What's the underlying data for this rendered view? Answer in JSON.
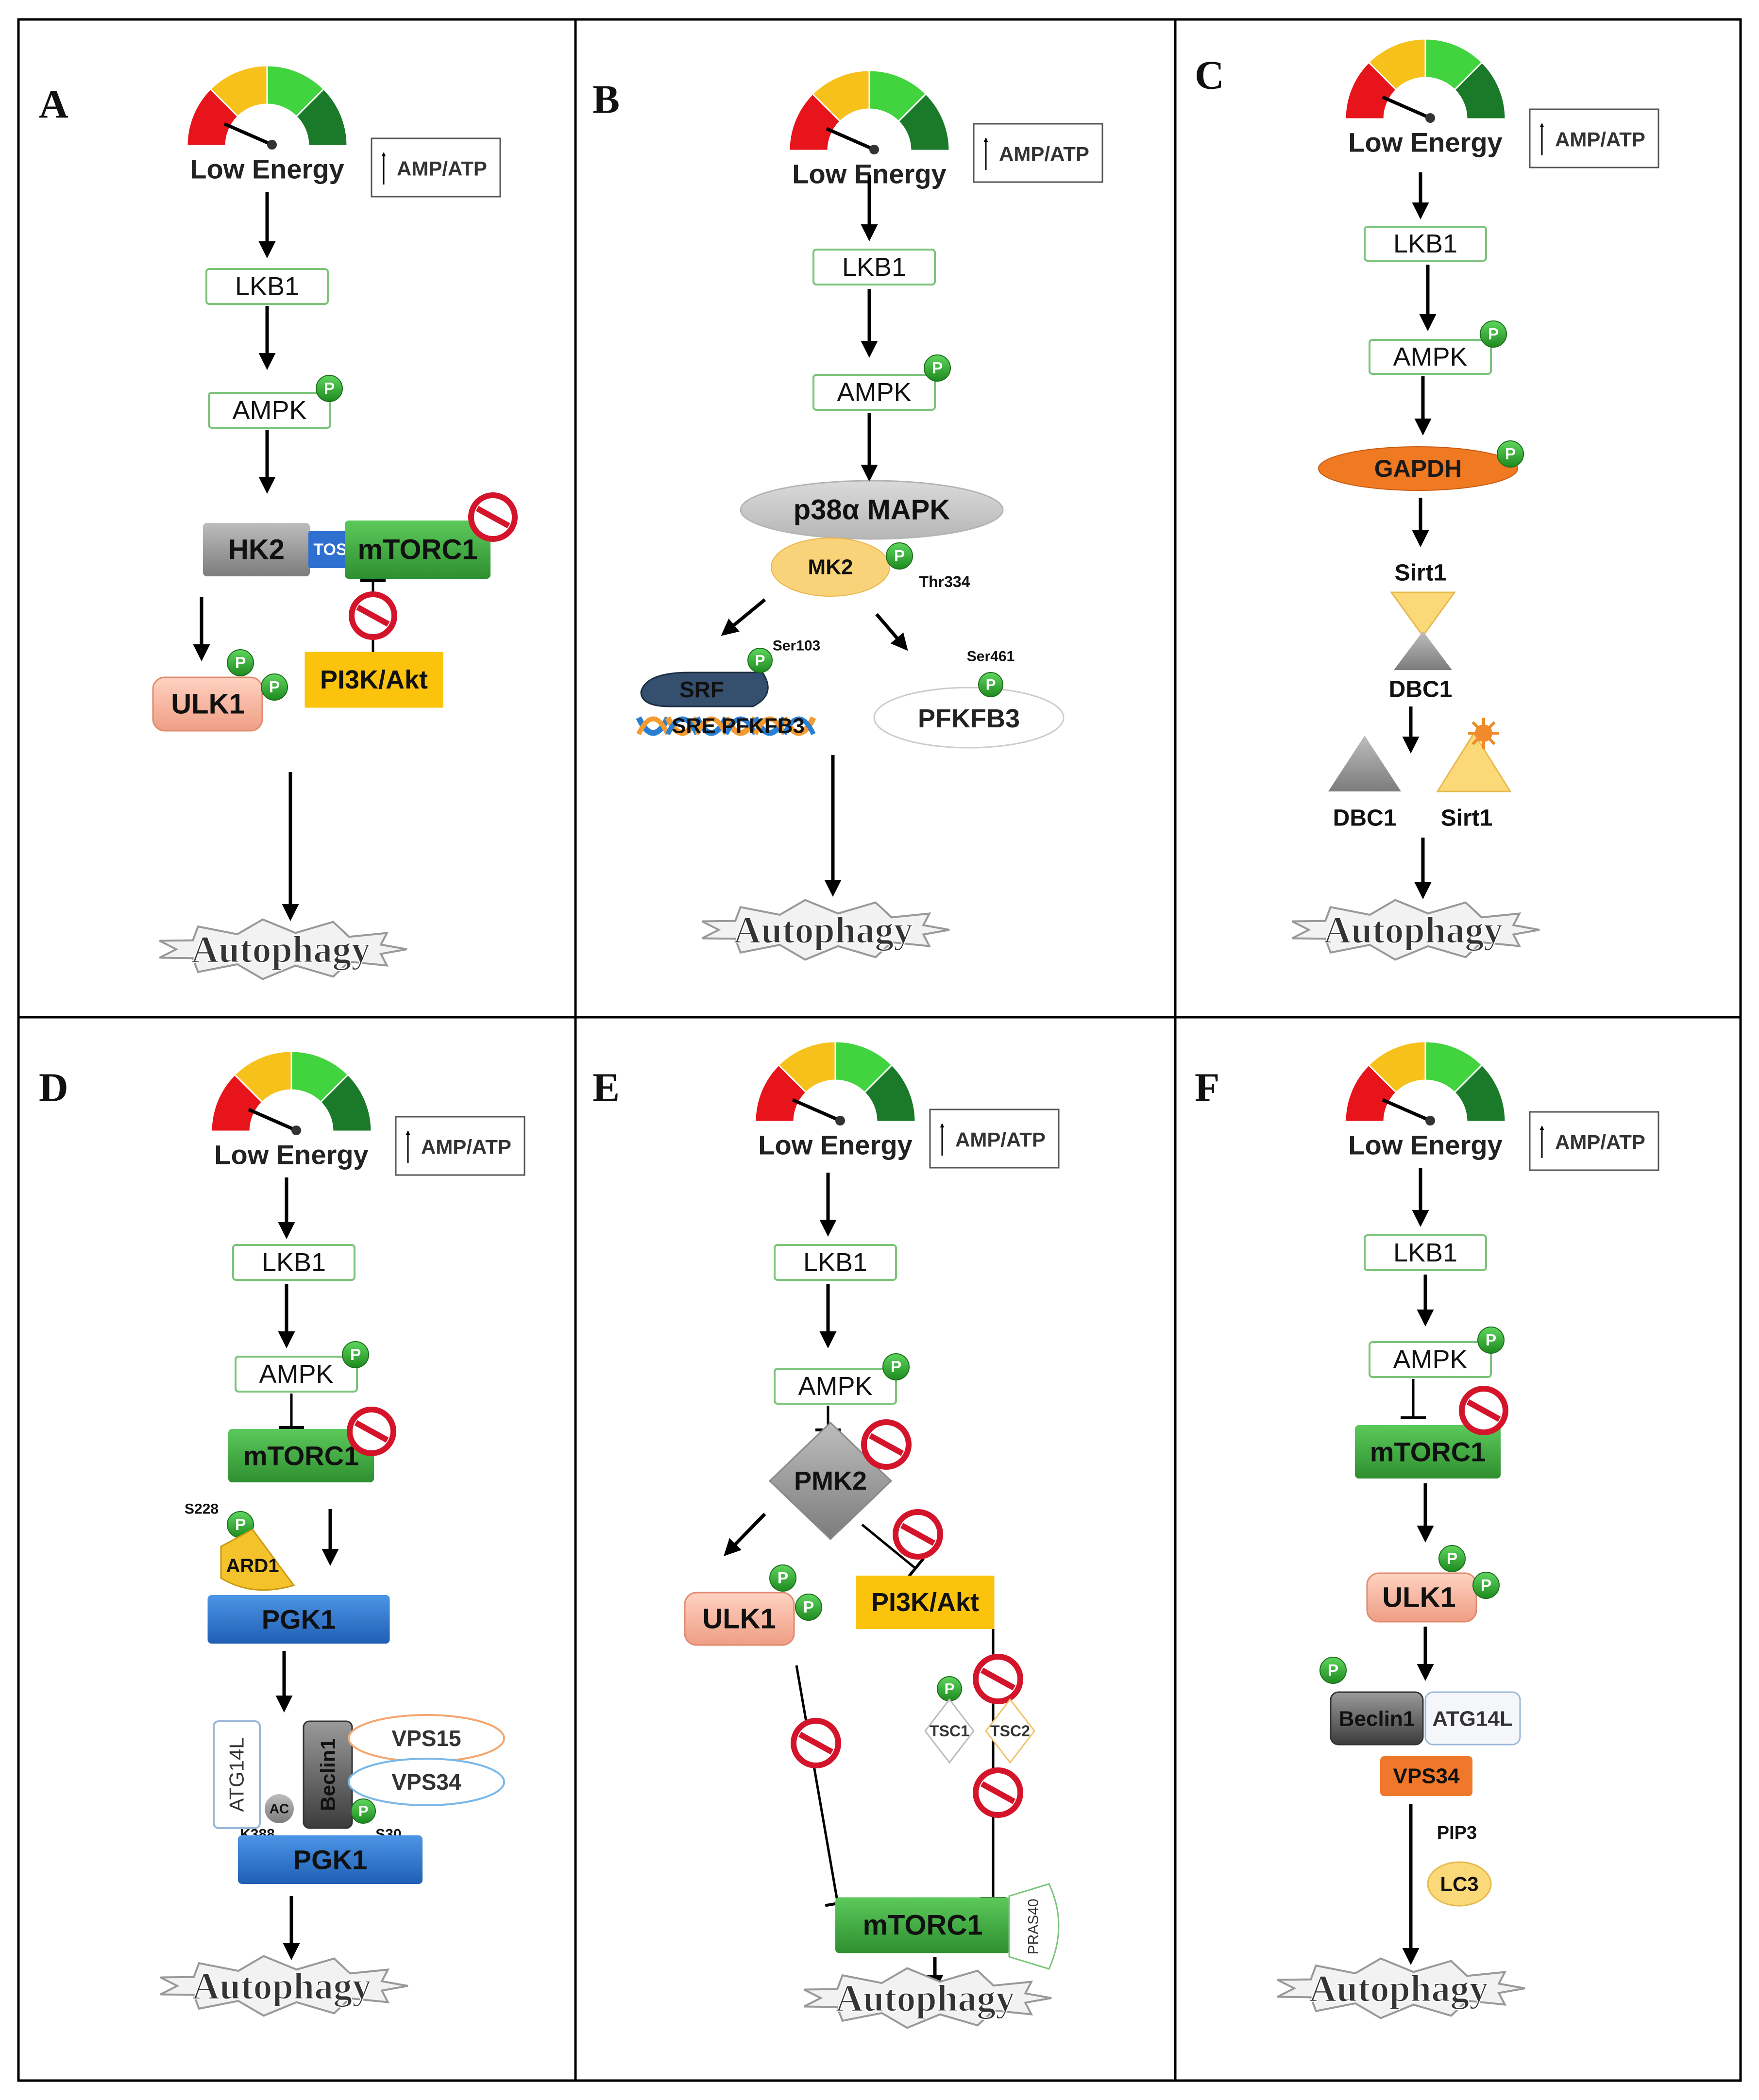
{
  "panels": {
    "A": {
      "letter": "A",
      "low_energy": "Low Energy",
      "amp_atp": "AMP/ATP",
      "lkb1": "LKB1",
      "ampk": "AMPK",
      "hk2": "HK2",
      "tos": "TOS",
      "mtorc1": "mTORC1",
      "ulk1": "ULK1",
      "pi3k_akt": "PI3K/Akt",
      "autophagy": "Autophagy"
    },
    "B": {
      "letter": "B",
      "low_energy": "Low Energy",
      "amp_atp": "AMP/ATP",
      "lkb1": "LKB1",
      "ampk": "AMPK",
      "p38": "p38α MAPK",
      "mk2": "MK2",
      "thr334": "Thr334",
      "ser103": "Ser103",
      "ser461": "Ser461",
      "srf": "SRF",
      "sre_pfkfb3": "SRE PFKFB3",
      "pfkfb3": "PFKFB3",
      "autophagy": "Autophagy"
    },
    "C": {
      "letter": "C",
      "low_energy": "Low Energy",
      "amp_atp": "AMP/ATP",
      "lkb1": "LKB1",
      "ampk": "AMPK",
      "gapdh": "GAPDH",
      "sirt1": "Sirt1",
      "dbc1": "DBC1",
      "autophagy": "Autophagy"
    },
    "D": {
      "letter": "D",
      "low_energy": "Low Energy",
      "amp_atp": "AMP/ATP",
      "lkb1": "LKB1",
      "ampk": "AMPK",
      "mtorc1": "mTORC1",
      "s228": "S228",
      "ard1": "ARD1",
      "pgk1": "PGK1",
      "atg14l": "ATG14L",
      "beclin1": "Beclin1",
      "ac": "AC",
      "k388": "K388",
      "s30": "S30",
      "vps15": "VPS15",
      "vps34": "VPS34",
      "autophagy": "Autophagy"
    },
    "E": {
      "letter": "E",
      "low_energy": "Low Energy",
      "amp_atp": "AMP/ATP",
      "lkb1": "LKB1",
      "ampk": "AMPK",
      "pmk2": "PMK2",
      "ulk1": "ULK1",
      "pi3k_akt": "PI3K/Akt",
      "tsc1": "TSC1",
      "tsc2": "TSC2",
      "mtorc1": "mTORC1",
      "pras40": "PRAS40",
      "autophagy": "Autophagy"
    },
    "F": {
      "letter": "F",
      "low_energy": "Low Energy",
      "amp_atp": "AMP/ATP",
      "lkb1": "LKB1",
      "ampk": "AMPK",
      "mtorc1": "mTORC1",
      "ulk1": "ULK1",
      "beclin1": "Beclin1",
      "atg14l": "ATG14L",
      "vps34": "VPS34",
      "pip3": "PIP3",
      "lc3": "LC3",
      "autophagy": "Autophagy"
    }
  },
  "phospho_label": "P",
  "colors": {
    "gauge_red": "#e8141b",
    "gauge_yellow": "#f7c11b",
    "gauge_lightgreen": "#41d43f",
    "gauge_darkgreen": "#1a7a2a",
    "box_border_green": "#7bc47b",
    "phospho_green": "#2ea82e",
    "mtorc1_green": "#3fae3f",
    "ulk1_pink": "#f7b6a0",
    "pi3k_yellow": "#fcc30c",
    "hk2_gray": "#9e9e9e",
    "tos_blue": "#2f6fd0",
    "gapdh_orange": "#f07a22",
    "pgk1_blue": "#2b7ad6",
    "vps34_orange": "#f0782a",
    "no_sign_red": "#d4142a"
  }
}
